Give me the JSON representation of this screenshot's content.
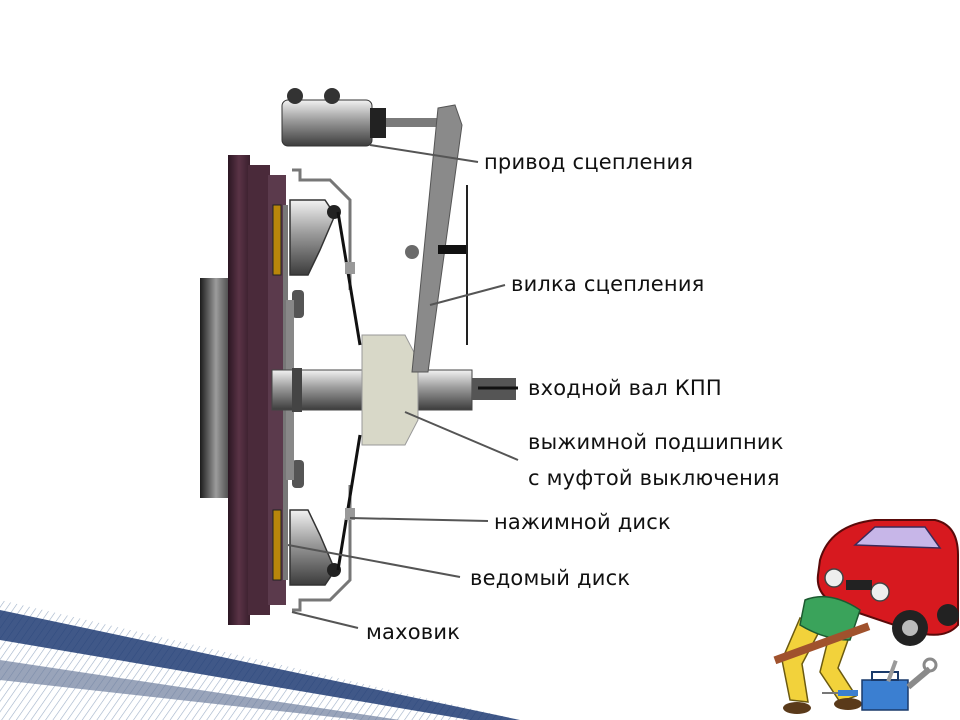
{
  "labels": {
    "drive": "привод сцепления",
    "fork": "вилка сцепления",
    "input_shaft": "входной вал КПП",
    "bearing_line1": "выжимной подшипник",
    "bearing_line2": "с муфтой выключения",
    "pressure_plate": "нажимной диск",
    "driven_disc": "ведомый диск",
    "flywheel": "маховик"
  },
  "colors": {
    "flywheel": "#4a2a3a",
    "flywheel_dark": "#2b1622",
    "metal_light": "#d9d9d9",
    "metal_mid": "#8c8c8c",
    "metal_dark": "#3a3a3a",
    "bearing": "#d8d8c8",
    "friction": "#b8860b",
    "leader": "#555555",
    "stripe_blue": "#1f3b73"
  },
  "icons": {
    "corner_decoration": "diagonal-stripes",
    "clipart": "mechanic-under-red-car"
  }
}
